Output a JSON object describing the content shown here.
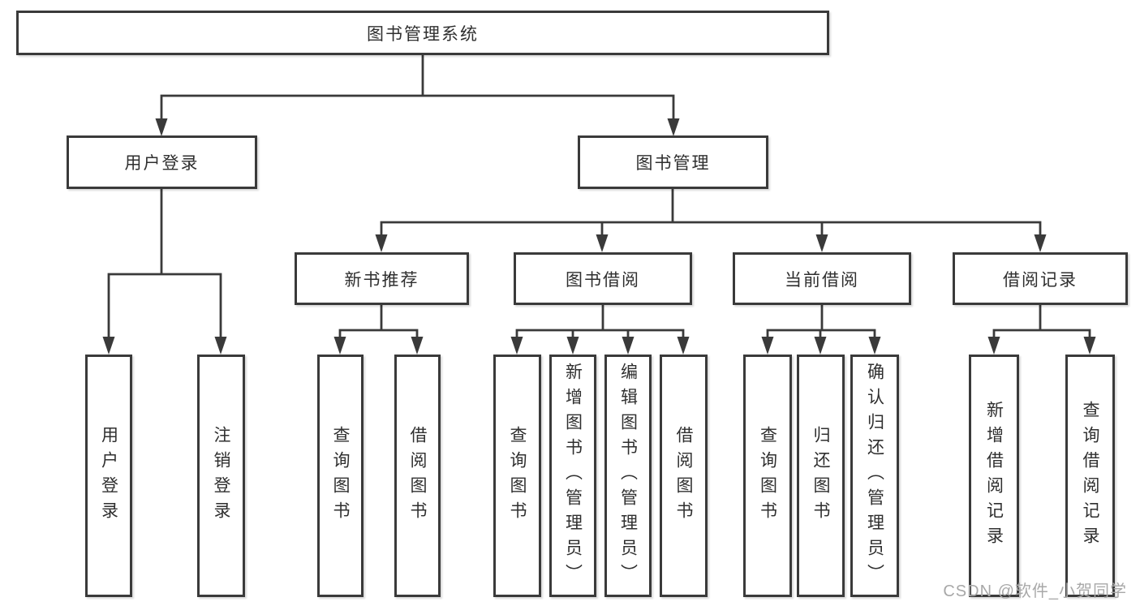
{
  "diagram": {
    "title": "图书管理系统",
    "branches": [
      {
        "label": "用户登录",
        "children": [
          {
            "label": "用户登录"
          },
          {
            "label": "注销登录"
          }
        ]
      },
      {
        "label": "图书管理",
        "children": [
          {
            "label": "新书推荐",
            "children": [
              {
                "label": "查询图书"
              },
              {
                "label": "借阅图书"
              }
            ]
          },
          {
            "label": "图书借阅",
            "children": [
              {
                "label": "查询图书"
              },
              {
                "label": "新增图书（管理员）"
              },
              {
                "label": "编辑图书（管理员）"
              },
              {
                "label": "借阅图书"
              }
            ]
          },
          {
            "label": "当前借阅",
            "children": [
              {
                "label": "查询图书"
              },
              {
                "label": "归还图书"
              },
              {
                "label": "确认归还（管理员）"
              }
            ]
          },
          {
            "label": "借阅记录",
            "children": [
              {
                "label": "新增借阅记录"
              },
              {
                "label": "查询借阅记录"
              }
            ]
          }
        ]
      }
    ]
  },
  "watermark": "CSDN @软件_小贺同学",
  "colors": {
    "background": "#ffffff",
    "box_fill": "#ffffff",
    "box_border": "#3a3a3a",
    "line": "#3a3a3a",
    "text": "#2f2f2f",
    "watermark": "#a8a8a8"
  }
}
